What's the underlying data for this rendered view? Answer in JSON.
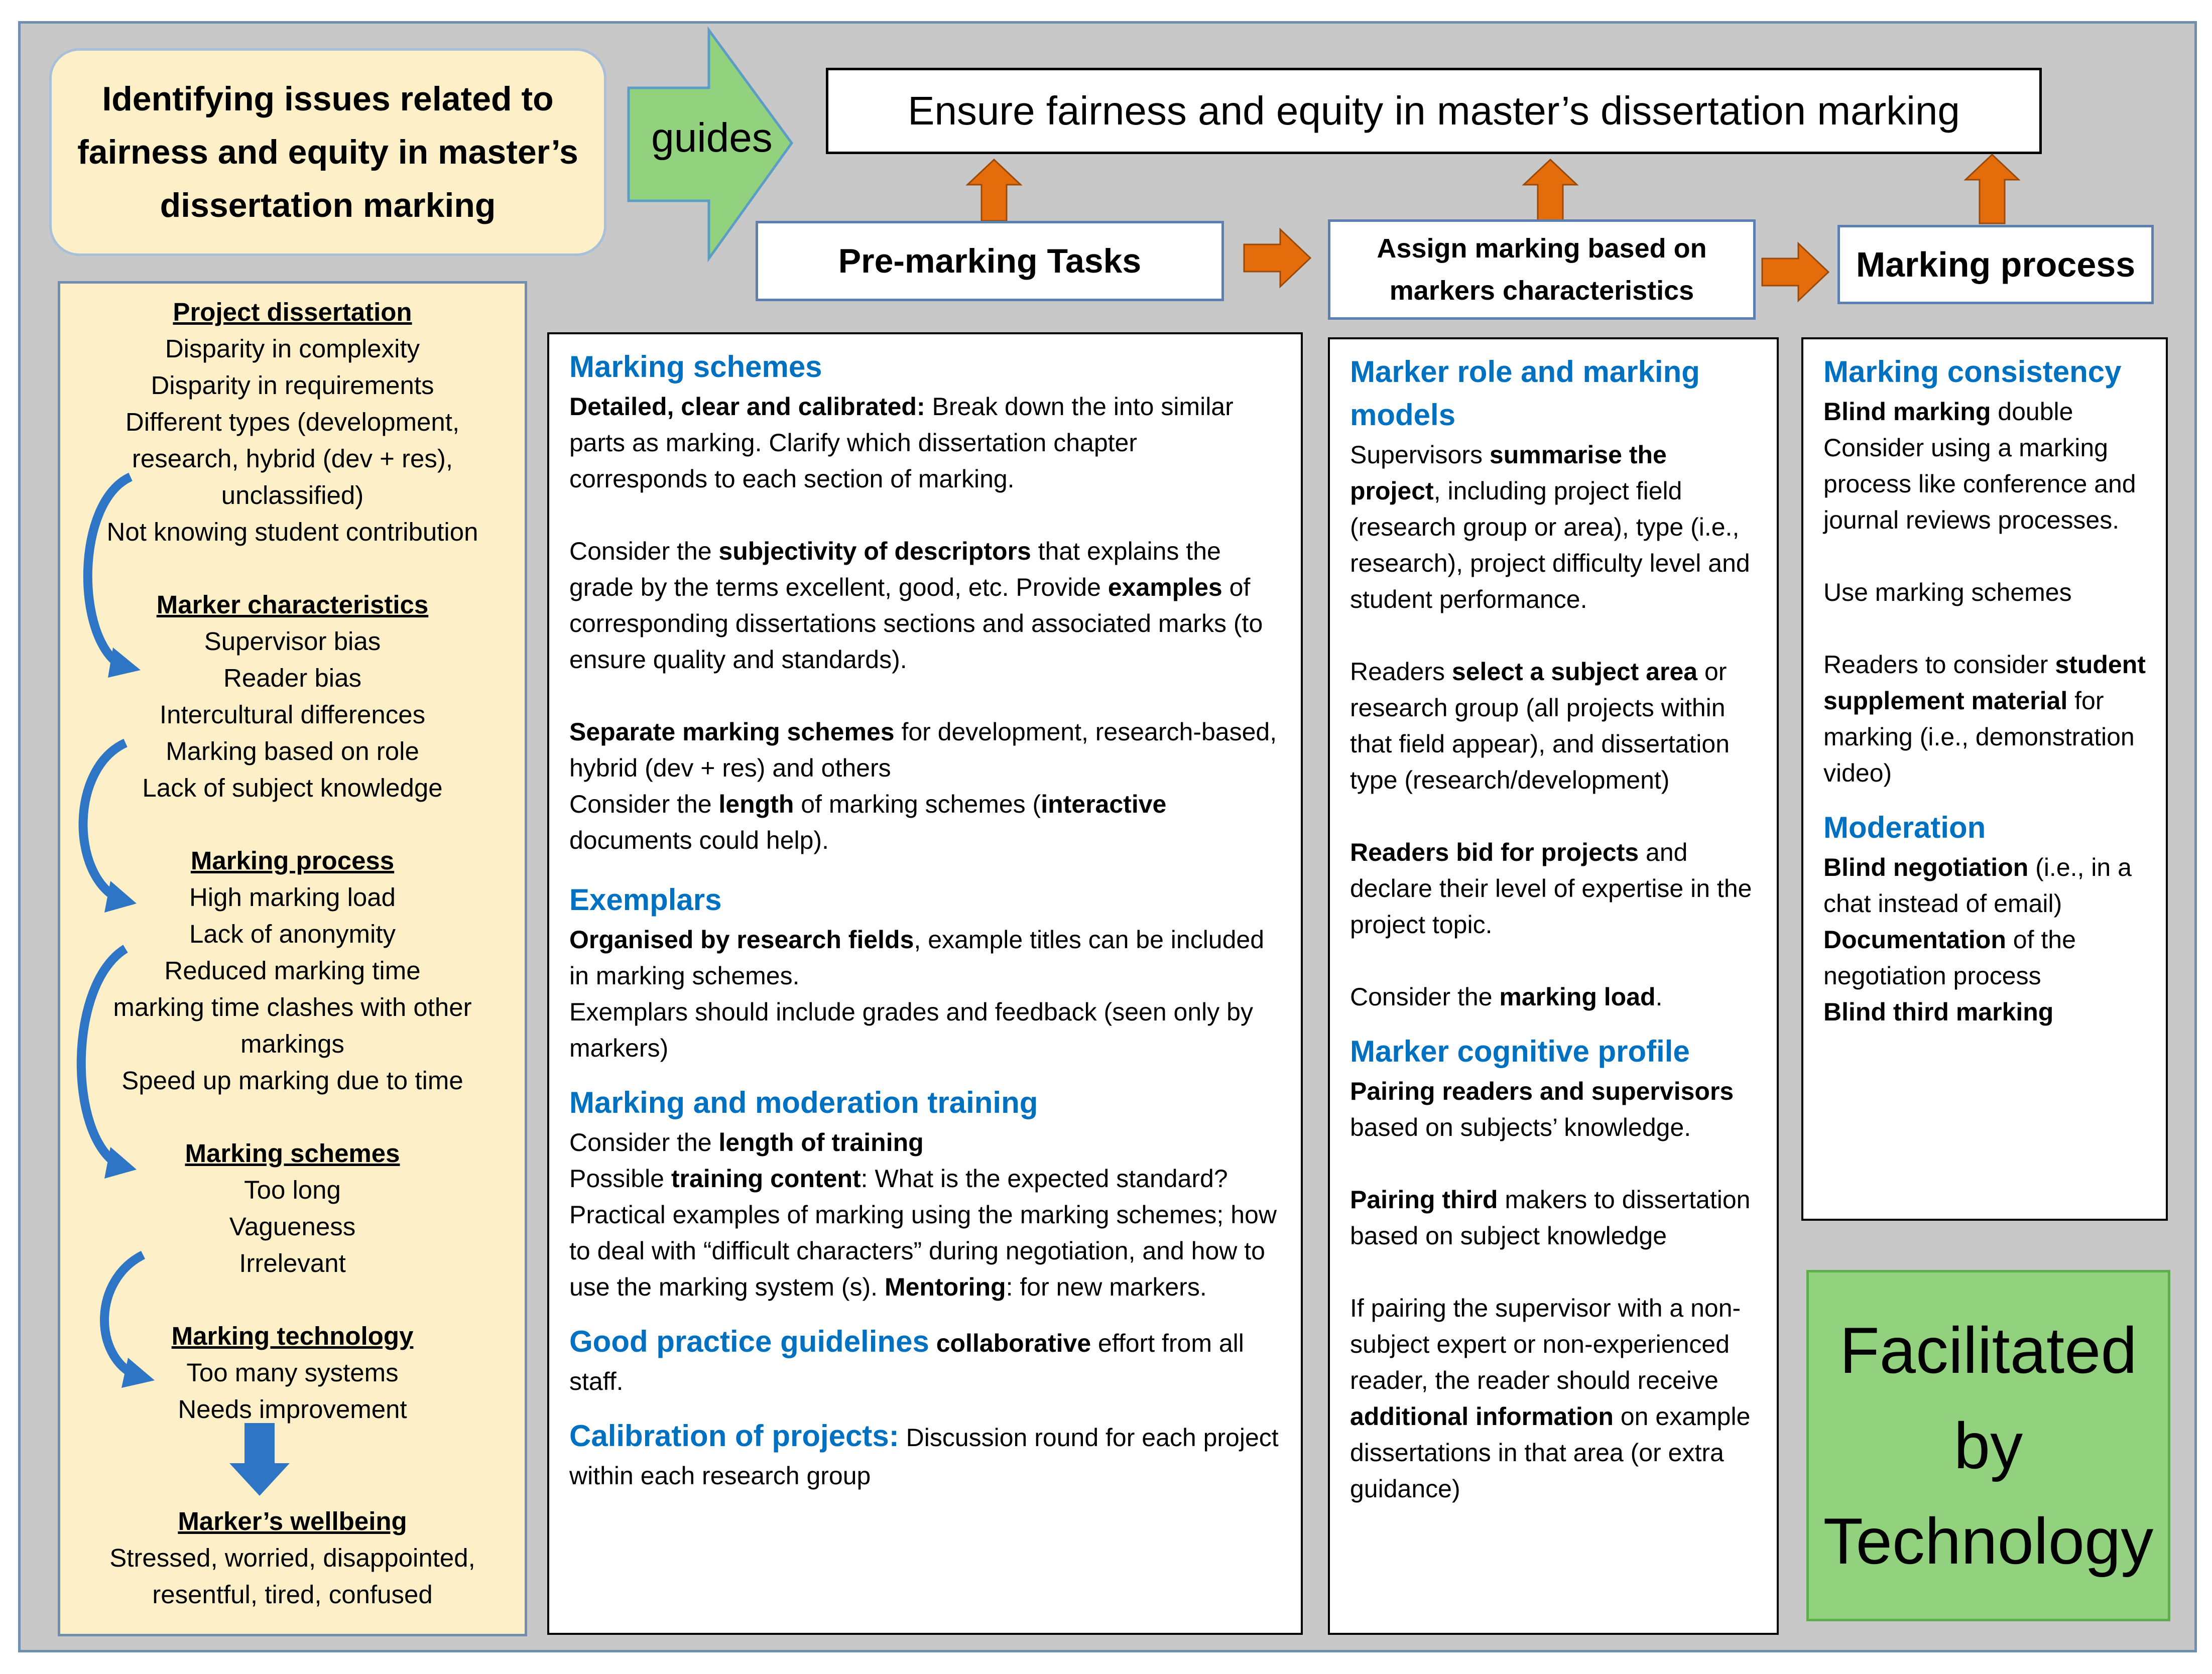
{
  "title": "Identifying issues related to fairness and equity in master’s dissertation marking",
  "guides_label": "guides",
  "goal": "Ensure fairness and equity in master’s dissertation marking",
  "stages": {
    "pre_marking": "Pre-marking Tasks",
    "assign": "Assign marking based on markers characteristics",
    "process": "Marking process"
  },
  "facilitated": "Facilitated by Technology",
  "issues": [
    {
      "heading": "Project dissertation",
      "items": [
        "Disparity in complexity",
        "Disparity in requirements",
        "Different types (development, research, hybrid (dev + res), unclassified)",
        "Not knowing student contribution"
      ]
    },
    {
      "heading": "Marker characteristics",
      "items": [
        "Supervisor bias",
        "Reader bias",
        "Intercultural differences",
        "Marking based on role",
        "Lack of subject knowledge"
      ]
    },
    {
      "heading": "Marking process",
      "items": [
        "High marking load",
        "Lack of anonymity",
        "Reduced marking time",
        "marking time clashes with other markings",
        "Speed up marking due to time"
      ]
    },
    {
      "heading": "Marking schemes",
      "items": [
        "Too long",
        "Vagueness",
        "Irrelevant"
      ]
    },
    {
      "heading": "Marking technology",
      "items": [
        "Too many systems",
        "Needs improvement"
      ]
    },
    {
      "heading": "Marker’s wellbeing",
      "items": [
        "Stressed, worried, disappointed, resentful, tired, confused"
      ]
    }
  ],
  "pre_marking": {
    "h1": "Marking schemes",
    "p1_b": "Detailed, clear and calibrated:",
    "p1_t": " Break down the into similar parts as marking. Clarify which dissertation chapter corresponds to each section of marking.",
    "p2_a": "Consider the ",
    "p2_b": "subjectivity of descriptors",
    "p2_c": " that explains the grade by the terms excellent, good, etc. Provide ",
    "p2_d": "examples",
    "p2_e": " of corresponding dissertations sections and associated marks (to ensure quality and standards).",
    "p3_b": "Separate marking schemes",
    "p3_t": " for development, research-based, hybrid (dev + res) and others",
    "p4_a": "Consider the ",
    "p4_b": "length",
    "p4_c": " of marking schemes (",
    "p4_d": "interactive",
    "p4_e": " documents could help).",
    "h2": "Exemplars",
    "p5_b": "Organised by research fields",
    "p5_t": ", example titles can be included in marking schemes.",
    "p6": "Exemplars should include grades and feedback (seen only by markers)",
    "h3": "Marking and moderation training",
    "p7_a": "Consider the ",
    "p7_b": "length of training",
    "p8_a": "Possible ",
    "p8_b": "training content",
    "p8_c": ": What is the expected standard? Practical examples of marking using the marking schemes; how to deal with “difficult characters” during negotiation, and how to use the marking system (s). ",
    "p8_d": "Mentoring",
    "p8_e": ": for new markers.",
    "h4": "Good practice guidelines",
    "p9_b": " collaborative",
    "p9_t": " effort from all staff.",
    "h5": "Calibration of projects:",
    "p10": " Discussion round for each project within each research group"
  },
  "assign": {
    "h1": "Marker role and marking models",
    "p1_a": "Supervisors ",
    "p1_b": "summarise the project",
    "p1_c": ", including project field (research group or area), type (i.e., research), project difficulty level and student performance.",
    "p2_a": "Readers ",
    "p2_b": "select a subject area",
    "p2_c": " or research group (all projects within that field appear), and dissertation type (research/development)",
    "p3_b": "Readers bid for projects",
    "p3_t": " and declare their level of expertise in the project topic.",
    "p4_a": "Consider the ",
    "p4_b": "marking load",
    "p4_c": ".",
    "h2": "Marker cognitive profile",
    "p5_b": "Pairing readers and supervisors",
    "p5_t": " based on subjects’ knowledge.",
    "p6_b": "Pairing third",
    "p6_t": " makers to dissertation based on subject knowledge",
    "p7_a": "If pairing the supervisor with a non-subject expert or non-experienced reader, the reader should receive ",
    "p7_b": "additional information",
    "p7_c": " on example dissertations in that area (or extra guidance)"
  },
  "process": {
    "h1": "Marking consistency",
    "p1_b": "Blind marking",
    "p1_t": " double",
    "p2": "Consider using a marking process like conference and journal reviews processes.",
    "p3": "Use marking schemes",
    "p4_a": "Readers to consider ",
    "p4_b": "student supplement material",
    "p4_c": " for marking (i.e., demonstration video)",
    "h2": "Moderation",
    "p5_b": "Blind negotiation",
    "p5_t": " (i.e., in a chat instead of email)",
    "p6_b": "Documentation",
    "p6_t": " of the negotiation process",
    "p7_b": "Blind third marking"
  },
  "colors": {
    "frame_bg": "#c8c8c8",
    "cream": "#fdf0c8",
    "heading_blue": "#0070c0",
    "arrow_orange": "#e46c0a",
    "arrow_blue": "#2e75c6",
    "guides_green": "#92d27e",
    "tech_green": "#92d27e"
  }
}
